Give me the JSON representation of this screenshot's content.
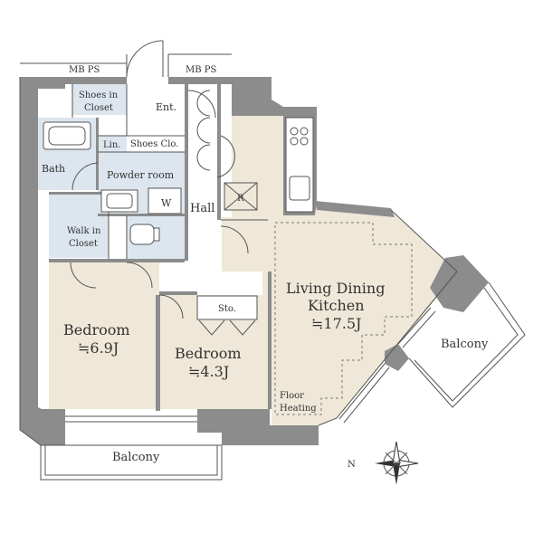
{
  "rooms": {
    "mb_ps_left": "MB PS",
    "mb_ps_right": "MB PS",
    "shoes_in_closet_1": "Shoes in",
    "shoes_in_closet_2": "Closet",
    "entrance": "Ent.",
    "shoes_closet": "Shoes Clo.",
    "linen": "Lin.",
    "bath": "Bath",
    "powder_room": "Powder room",
    "washer": "W",
    "hall": "Hall",
    "refrigerator": "R",
    "walk_in_closet_1": "Walk in",
    "walk_in_closet_2": "Closet",
    "storage": "Sto.",
    "ldk_1": "Living Dining",
    "ldk_2": "Kitchen",
    "ldk_size": "≒17.5J",
    "bedroom_left": "Bedroom",
    "bedroom_left_size": "≒6.9J",
    "bedroom_right": "Bedroom",
    "bedroom_right_size": "≒4.3J",
    "floor_heating_1": "Floor",
    "floor_heating_2": "Heating",
    "balcony_bottom": "Balcony",
    "balcony_right": "Balcony"
  },
  "compass": {
    "north_label": "N"
  },
  "colors": {
    "wall": "#8c8c8c",
    "wet_area": "#dde6ee",
    "wood_floor": "#efe8d8",
    "fixture": "#ffffff",
    "line": "#555555"
  }
}
